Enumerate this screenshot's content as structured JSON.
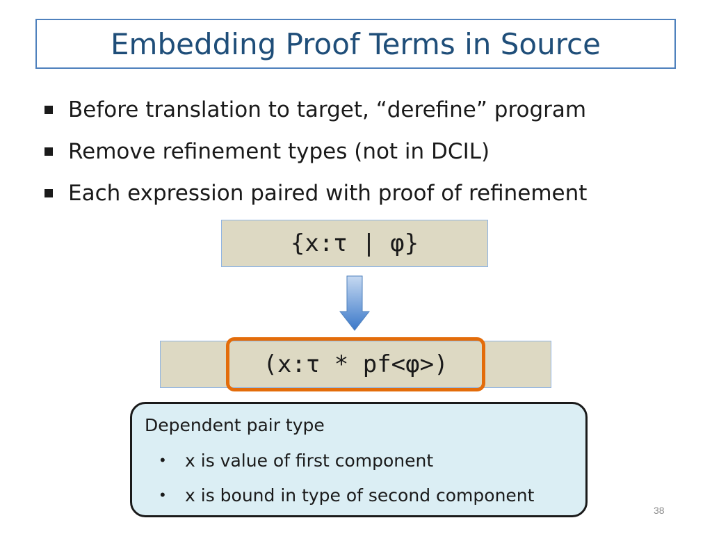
{
  "slide": {
    "title": "Embedding Proof Terms in Source",
    "bullets": [
      "Before translation to target, “derefine” program",
      "Remove refinement types (not in DCIL)",
      "Each expression paired with proof of refinement"
    ],
    "refinement_type": "{x:τ | φ}",
    "pair_type": "(x:τ * pf<φ>)",
    "arrow_icon": "down-arrow-icon",
    "callout": {
      "title": "Dependent pair type",
      "items": [
        "x is value of first component",
        "x is bound in type of second component"
      ]
    },
    "page_number": "38"
  },
  "colors": {
    "title_text": "#1f4e79",
    "title_border": "#4f81bd",
    "code_box_fill": "#ddd9c3",
    "highlight_border": "#e36c0a",
    "arrow": "#4f81bd",
    "callout_fill": "#dbeef4"
  }
}
